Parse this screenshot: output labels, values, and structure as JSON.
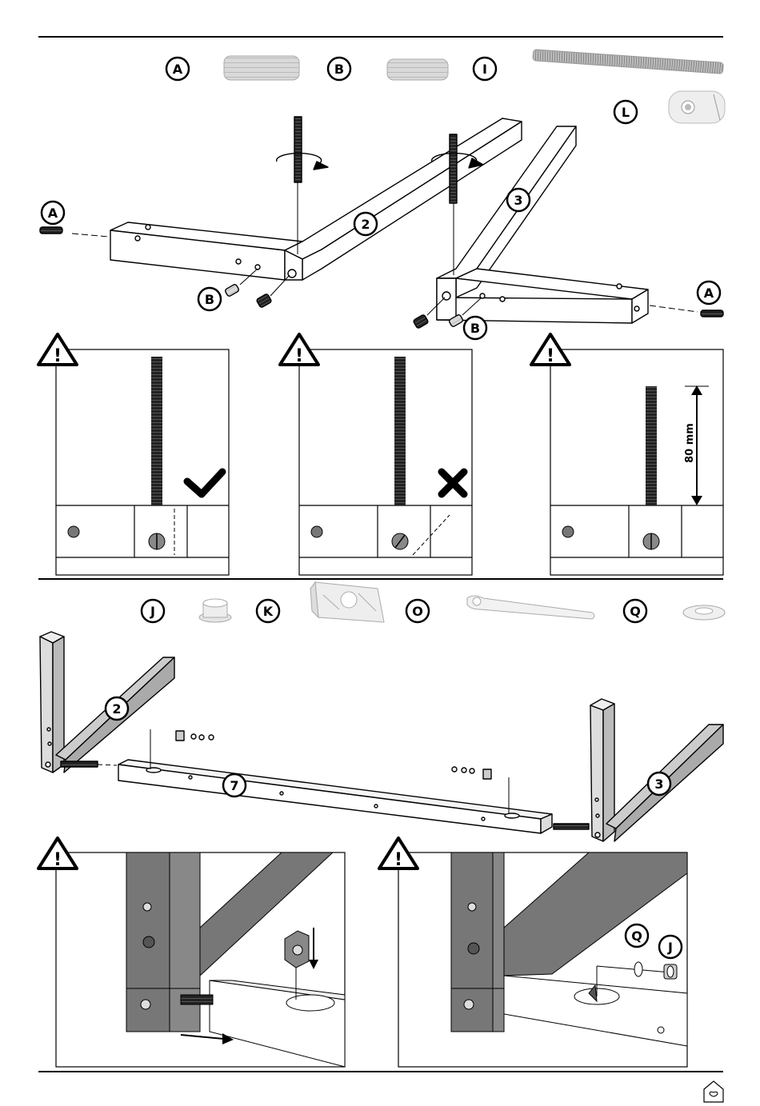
{
  "parts_top": {
    "a": "A",
    "b": "B",
    "i": "I",
    "l": "L"
  },
  "parts_bottom": {
    "j": "J",
    "k": "K",
    "o": "O",
    "q": "Q"
  },
  "step1": {
    "part_a_left": "A",
    "part_b_left": "B",
    "frame_2": "2",
    "frame_3": "3",
    "part_a_right": "A",
    "part_b_right": "B"
  },
  "warnings": {
    "mark": "!",
    "measurement": "80 mm"
  },
  "step2": {
    "frame_2": "2",
    "frame_7": "7",
    "frame_3": "3"
  },
  "detail_right": {
    "q": "Q",
    "j": "J"
  },
  "icons": [
    "correct-check-icon",
    "wrong-cross-icon",
    "warning-icon",
    "rotate-arrow-icon",
    "home-logo-icon"
  ]
}
